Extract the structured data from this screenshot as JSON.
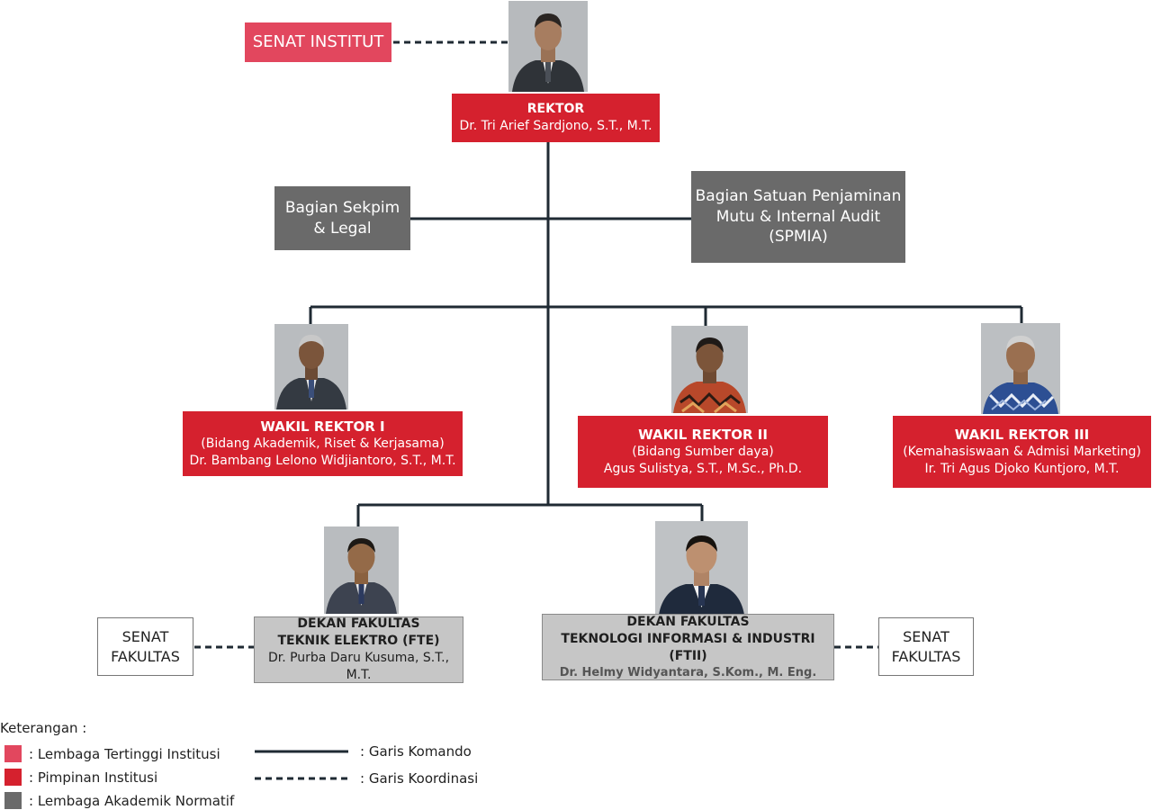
{
  "colors": {
    "pimpinan": "#d5212e",
    "lembaga_tertinggi": "#e2475e",
    "lembaga_normatif": "#6a6a6a",
    "dekan": "#c6c6c6",
    "line": "#1f2a33"
  },
  "senat_institut": {
    "label": "SENAT INSTITUT"
  },
  "rektor": {
    "title": "REKTOR",
    "name": "Dr. Tri Arief Sardjono, S.T., M.T.",
    "photo_icon": "person-portrait-icon"
  },
  "staff": {
    "sekpim": {
      "line1": "Bagian Sekpim",
      "line2": "& Legal"
    },
    "spmia": {
      "line1": "Bagian Satuan Penjaminan",
      "line2": "Mutu & Internal Audit",
      "line3": "(SPMIA)"
    }
  },
  "wakil_rektor": [
    {
      "title": "WAKIL REKTOR I",
      "field": "(Bidang Akademik, Riset & Kerjasama)",
      "name": "Dr. Bambang Lelono Widjiantoro, S.T., M.T."
    },
    {
      "title": "WAKIL REKTOR II",
      "field": "(Bidang Sumber daya)",
      "name": "Agus Sulistya, S.T., M.Sc., Ph.D."
    },
    {
      "title": "WAKIL REKTOR III",
      "field": "(Kemahasiswaan & Admisi Marketing)",
      "name": "Ir. Tri Agus Djoko Kuntjoro, M.T."
    }
  ],
  "dekan": [
    {
      "line1": "DEKAN FAKULTAS",
      "line2": "TEKNIK ELEKTRO (FTE)",
      "name": "Dr. Purba Daru Kusuma, S.T., M.T."
    },
    {
      "line1": "DEKAN FAKULTAS",
      "line2": "TEKNOLOGI INFORMASI & INDUSTRI (FTII)",
      "name": "Dr. Helmy Widyantara, S.Kom., M. Eng."
    }
  ],
  "senat_fakultas": {
    "line1": "SENAT",
    "line2": "FAKULTAS"
  },
  "legend": {
    "title": "Keterangan :",
    "items": [
      {
        "label": ": Lembaga Tertinggi Institusi",
        "color": "#e2475e"
      },
      {
        "label": ": Pimpinan Institusi",
        "color": "#d5212e"
      },
      {
        "label": ": Lembaga Akademik Normatif",
        "color": "#6a6a6a"
      }
    ],
    "lines": [
      {
        "label": ": Garis Komando",
        "style": "solid"
      },
      {
        "label": ": Garis Koordinasi",
        "style": "dashed"
      }
    ]
  }
}
